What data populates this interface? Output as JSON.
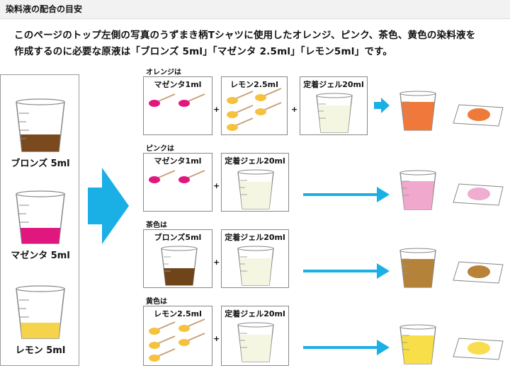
{
  "header": {
    "title": "染料液の配合の目安",
    "lead_line1": "このページのトップ左側の写真のうずまき柄Tシャツに使用したオレンジ、ピンク、茶色、黄色の染料液を",
    "lead_line2": "作成するのに必要な原液は「ブロンズ 5ml」「マゼンタ 2.5ml」「レモン5ml」です。"
  },
  "stock": [
    {
      "label": "ブロンズ 5ml",
      "color": "#7a4a1e"
    },
    {
      "label": "マゼンタ 5ml",
      "color": "#e0177f"
    },
    {
      "label": "レモン 5ml",
      "color": "#f5d34a"
    }
  ],
  "plus_symbol": "+",
  "recipes": [
    {
      "name": "オレンジは",
      "items": [
        "マゼンタ1ml",
        "レモン2.5ml",
        "定着ジェル20ml"
      ],
      "result_color": "#f0783a",
      "swatch_color": "#ee7a3a"
    },
    {
      "name": "ピンクは",
      "items": [
        "マゼンタ1ml",
        "定着ジェル20ml"
      ],
      "result_color": "#f0a8cc",
      "swatch_color": "#efadd0"
    },
    {
      "name": "茶色は",
      "items": [
        "ブロンズ5ml",
        "定着ジェル20ml"
      ],
      "result_color": "#b5823a",
      "swatch_color": "#b88237"
    },
    {
      "name": "黄色は",
      "items": [
        "レモン2.5ml",
        "定着ジェル20ml"
      ],
      "result_color": "#f8de48",
      "swatch_color": "#f7dd4f"
    }
  ],
  "colors": {
    "arrow": "#1ab0e6",
    "magenta_spoon": "#e0177f",
    "lemon_spoon": "#f5c23e",
    "gel": "#f4f6e2",
    "bronze": "#6e4418"
  },
  "icons": [
    "measuring-cup-icon",
    "measuring-spoon-icon",
    "arrow-right-icon",
    "fabric-swatch-icon"
  ]
}
